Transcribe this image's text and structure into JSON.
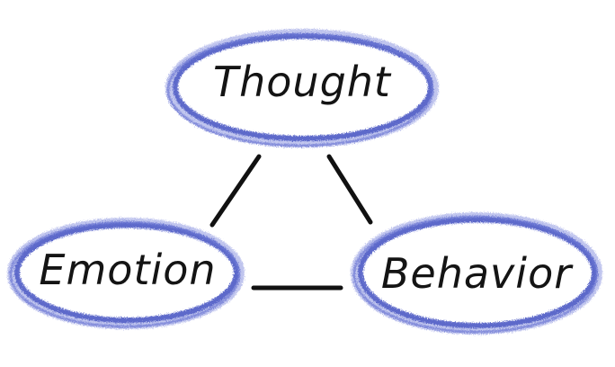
{
  "nodes": {
    "thought": {
      "label": "Thought"
    },
    "emotion": {
      "label": "Emotion"
    },
    "behavior": {
      "label": "Behavior"
    }
  },
  "colors": {
    "ring": "#5563c9",
    "ring_light": "#8c96e0",
    "line": "#111111",
    "text": "#141414",
    "background": "#ffffff"
  }
}
